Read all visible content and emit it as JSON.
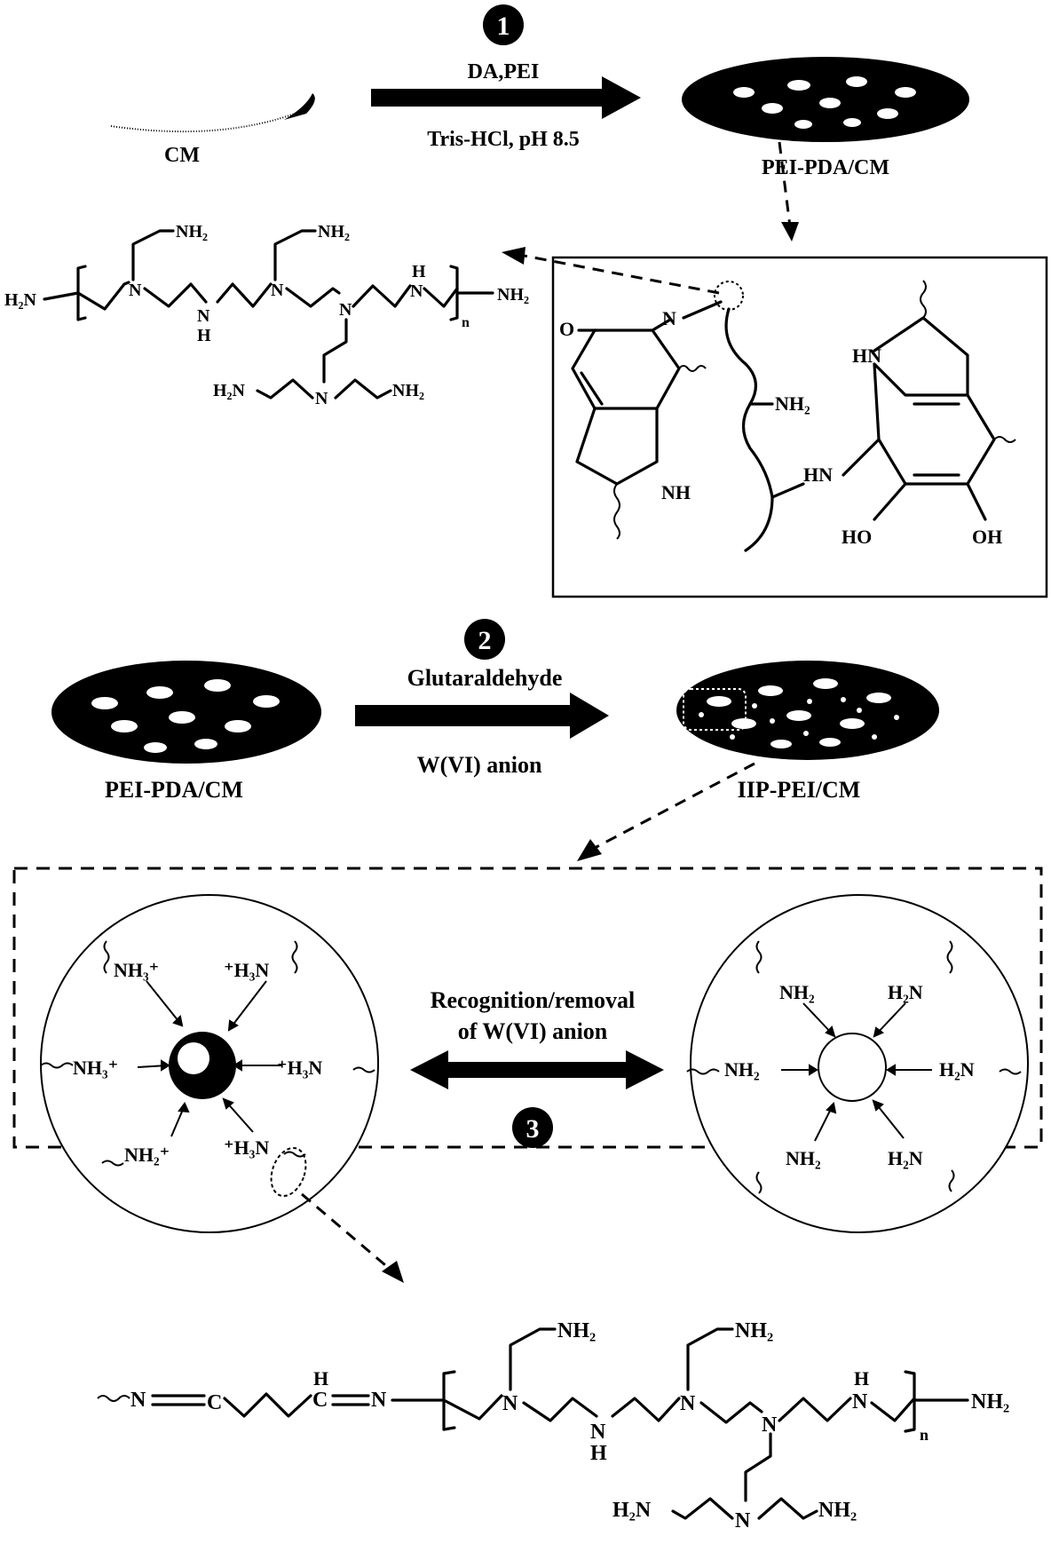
{
  "steps": {
    "s1": "1",
    "s2": "2",
    "s3": "3"
  },
  "step1": {
    "label_top": "DA,PEI",
    "label_bottom": "Tris-HCl, pH 8.5",
    "start": "CM",
    "product": "PEI-PDA/CM"
  },
  "step2": {
    "label_top": "Glutaraldehyde",
    "label_bottom": "W(VI) anion",
    "start": "PEI-PDA/CM",
    "product": "IIP-PEI/CM"
  },
  "step3": {
    "label_line1": "Recognition/removal",
    "label_line2": "of W(VI) anion"
  },
  "pei_top": {
    "h2n_left": "H₂N",
    "nh2_a": "NH₂",
    "nh2_b": "NH₂",
    "n1": "N",
    "n2": "N",
    "n3": "N",
    "nh_bottom_n": "N",
    "nh_bottom_h": "H",
    "nh_top_h": "H",
    "nh_top_n": "N",
    "sub_n": "n",
    "nh2_right": "NH₂",
    "h2n_branch": "H₂N",
    "n_branch": "N",
    "nh2_branch": "NH₂"
  },
  "pda_box": {
    "o": "O",
    "n_imine": "N",
    "nh_left": "NH",
    "nh2_chain": "NH₂",
    "hn_top": "HN",
    "hn_link": "HN",
    "ho": "HO",
    "oh": "OH"
  },
  "left_circle": {
    "g1": "NH₃⁺",
    "g2": "⁺H₃N",
    "g3": "NH₃⁺",
    "g4": "⁺H₃N",
    "g5": "NH₂⁺",
    "g6": "⁺H₃N"
  },
  "right_circle": {
    "g1": "NH₂",
    "g2": "H₂N",
    "g3": "NH₂",
    "g4": "H₂N",
    "g5": "NH₂",
    "g6": "H₂N"
  },
  "pei_bottom": {
    "n_left": "N",
    "c": "C",
    "ch_h": "H",
    "ch_c": "C",
    "n_imine": "N",
    "nh2_a": "NH₂",
    "nh2_b": "NH₂",
    "n1": "N",
    "n2": "N",
    "n3": "N",
    "nh_bottom_n": "N",
    "nh_bottom_h": "H",
    "nh_top_h": "H",
    "nh_top_n": "N",
    "sub_n": "n",
    "nh2_right": "NH₂",
    "h2n_branch": "H₂N",
    "n_branch": "N",
    "nh2_branch": "NH₂"
  }
}
